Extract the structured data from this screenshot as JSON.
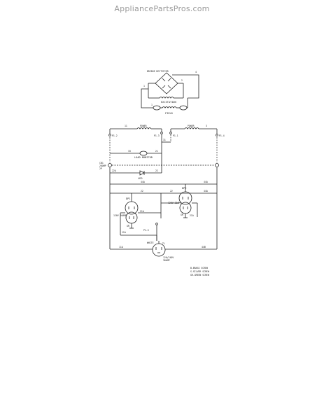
{
  "watermark": "AppliancePartsPros.com",
  "diagram": {
    "top": {
      "bridge_rectifier": "BRIDGE RECTIFIER",
      "field": "FIELD",
      "excitation": "EXCITATION",
      "wire_numbers": [
        "4",
        "2",
        "1",
        "1"
      ]
    },
    "main": {
      "power_left": "POWER",
      "power_right": "POWER",
      "load_monitor": "LOAD MONITOR",
      "led": "LED",
      "plugs": [
        "P1-2",
        "P1-3",
        "P1-1",
        "P1-4",
        "P1-5"
      ],
      "cb": "CB1 20AMP 2P",
      "cb_left": "CB1",
      "cb_mid": "20AMP",
      "cb_bot": "2P",
      "wires": [
        "11",
        "3",
        "31",
        "33",
        "21",
        "22",
        "22",
        "22A",
        "44A",
        "44A",
        "44A",
        "22",
        "11A",
        "11A",
        "21A",
        "21A",
        "44B",
        "11B",
        "44B",
        "21B",
        "21B"
      ],
      "dp1": "DP1",
      "dp2": "DP2",
      "amp120_left": "120V 20AMP",
      "amp120_right": "120V 20AMP",
      "gr_left": "GR",
      "gr_right": "GR",
      "white": "WHITE",
      "tl": "TL",
      "outlet": "120/240V 30AMP",
      "outlet_v": "120/240V",
      "outlet_a": "30AMP"
    },
    "legend": [
      "B-BRASS SCREW",
      "S-SILVER SCREW",
      "GR-GREEN SCREW"
    ]
  }
}
